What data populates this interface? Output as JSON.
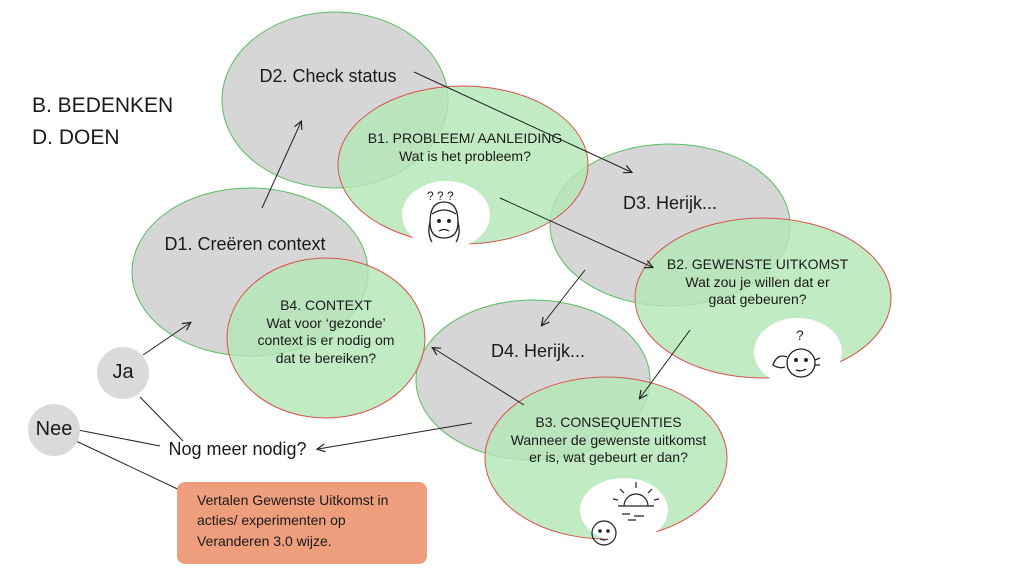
{
  "legend": {
    "line1": "B. BEDENKEN",
    "line2": "D. DOEN"
  },
  "nodes": {
    "d2": {
      "label": "D2. Check status"
    },
    "b1": {
      "title": "B1. PROBLEEM/ AANLEIDING",
      "text": "Wat is het probleem?"
    },
    "d3": {
      "label": "D3. Herijk..."
    },
    "b2": {
      "title": "B2. GEWENSTE UITKOMST",
      "line1": "Wat zou je willen dat er",
      "line2": "gaat gebeuren?"
    },
    "d1": {
      "label": "D1. Creëren context"
    },
    "b4": {
      "title": "B4. CONTEXT",
      "line1": "Wat voor ‘gezonde’",
      "line2": "context is er nodig om",
      "line3": "dat te bereiken?"
    },
    "d4": {
      "label": "D4. Herijk..."
    },
    "b3": {
      "title": "B3. CONSEQUENTIES",
      "line1": "Wanneer de gewenste uitkomst",
      "line2": "er is, wat gebeurt er dan?"
    }
  },
  "ja": "Ja",
  "nee": "Nee",
  "question": "Nog meer nodig?",
  "action_box": {
    "line1": "Vertalen Gewenste Uitkomst in",
    "line2": "acties/ experimenten op",
    "line3": "Veranderen 3.0 wijze."
  },
  "doodle_marks": {
    "b1": "? ? ?",
    "b2": "?"
  },
  "colors": {
    "grey": "#d6d6d6",
    "green": "#bfe8c1",
    "green_stroke": "#55c060",
    "red_stroke": "#d9534f",
    "orange": "#ee9e7c"
  }
}
